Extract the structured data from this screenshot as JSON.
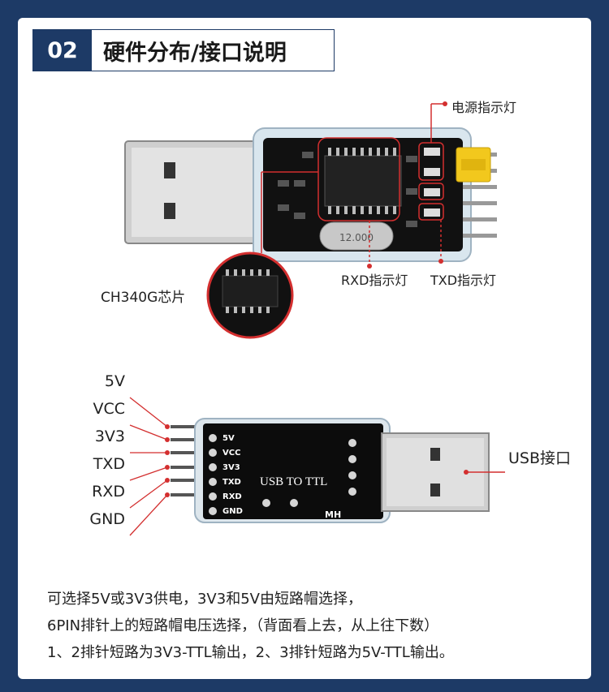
{
  "header": {
    "number": "02",
    "title": "硬件分布/接口说明"
  },
  "top_labels": {
    "power_led": "电源指示灯",
    "rxd_led": "RXD指示灯",
    "txd_led": "TXD指示灯",
    "chip": "CH340G芯片",
    "crystal": "12.000"
  },
  "pins": [
    "5V",
    "VCC",
    "3V3",
    "TXD",
    "RXD",
    "GND"
  ],
  "board_text": {
    "title": "USB  TO  TTL",
    "mark": "MH",
    "usb_label": "USB接口"
  },
  "description": [
    "可选择5V或3V3供电，3V3和5V由短路帽选择，",
    "6PIN排针上的短路帽电压选择，（背面看上去，从上往下数）",
    "1、2排针短路为3V3-TTL输出，2、3排针短路为5V-TTL输出。"
  ],
  "colors": {
    "background": "#1d3a66",
    "accent": "#d32f2f",
    "board": "#111111"
  }
}
